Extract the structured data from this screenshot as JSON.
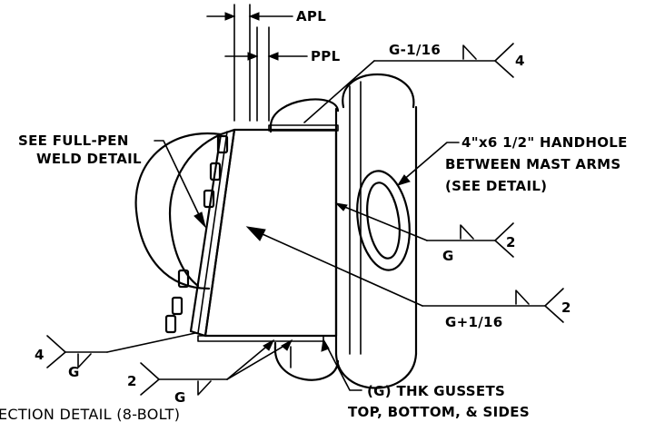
{
  "labels": {
    "apl": "APL",
    "ppl": "PPL",
    "weld_detail_line1": "SEE FULL-PEN",
    "weld_detail_line2": "WELD DETAIL",
    "handhole_line1": "4\"x6 1/2\" HANDHOLE",
    "handhole_line2": "BETWEEN MAST ARMS",
    "handhole_line3": "(SEE DETAIL)",
    "gussets_line1": "(G) THK GUSSETS",
    "gussets_line2": "TOP, BOTTOM, & SIDES",
    "caption": "ECTION DETAIL (8-BOLT)"
  },
  "welds": {
    "top_right": {
      "label": "G-1/16",
      "tail": "4"
    },
    "mid_right": {
      "label": "G",
      "tail": "2"
    },
    "lower_right": {
      "label": "G+1/16",
      "tail": "2"
    },
    "left": {
      "label": "G",
      "tail": "4"
    },
    "bottom": {
      "label": "G",
      "tail": "2"
    }
  }
}
